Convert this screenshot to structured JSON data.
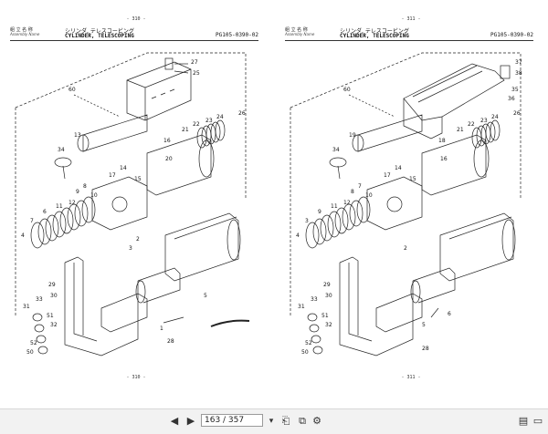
{
  "pages": [
    {
      "page_number_top": "- 310 -",
      "page_number_bottom": "- 310 -",
      "header": {
        "label_jp": "組 立 名 称",
        "label_en": "Assembly    Name",
        "title_jp": "シリンダ, テレスコービング",
        "title_en": "CYLINDER, TELESCOPING",
        "code": "PG105-0390-02"
      },
      "callouts": [
        "60",
        "27",
        "25",
        "26",
        "24",
        "23",
        "22",
        "21",
        "34",
        "13",
        "16",
        "20",
        "17",
        "14",
        "15",
        "10",
        "12",
        "11",
        "6",
        "9",
        "8",
        "7",
        "4",
        "3",
        "2",
        "5",
        "1",
        "29",
        "30",
        "31",
        "33",
        "51",
        "32",
        "52",
        "50",
        "28"
      ]
    },
    {
      "page_number_top": "- 311 -",
      "page_number_bottom": "- 311 -",
      "header": {
        "label_jp": "組 立 名 称",
        "label_en": "Assembly    Name",
        "title_jp": "シリンダ, テレスコービング",
        "title_en": "CYLINDER, TELESCOPING",
        "code": "PG105-0390-02"
      },
      "callouts": [
        "60",
        "37",
        "38",
        "35",
        "36",
        "26",
        "24",
        "23",
        "22",
        "21",
        "34",
        "19",
        "18",
        "17",
        "16",
        "15",
        "14",
        "12",
        "11",
        "10",
        "9",
        "8",
        "7",
        "3",
        "2",
        "5",
        "6",
        "4",
        "29",
        "30",
        "31",
        "33",
        "51",
        "32",
        "52",
        "50",
        "28"
      ]
    }
  ],
  "toolbar": {
    "prev_icon": "◀",
    "next_icon": "▶",
    "page_current": "163",
    "page_total": "357",
    "page_display": "163 / 357",
    "dropdown_icon": "▾",
    "icons": [
      "⎗",
      "⧉",
      "⚙",
      "▤",
      "▭"
    ]
  }
}
